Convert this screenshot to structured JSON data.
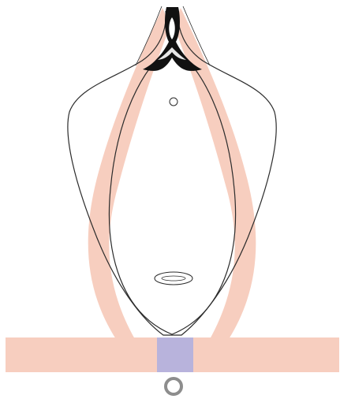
{
  "diagram": {
    "colors": {
      "background": "#ffffff",
      "tissue_band": "#f7cebf",
      "connector": "#b8b3dc",
      "outline": "#2b2b2b",
      "fill_dark": "#111111",
      "ring": "#8d8d8d"
    },
    "elements": [
      "outer-contour",
      "inner-oval",
      "tissue-bands",
      "horizontal-band",
      "connector-block",
      "ring",
      "top-dark-shape",
      "small-circle",
      "small-ellipse"
    ]
  }
}
